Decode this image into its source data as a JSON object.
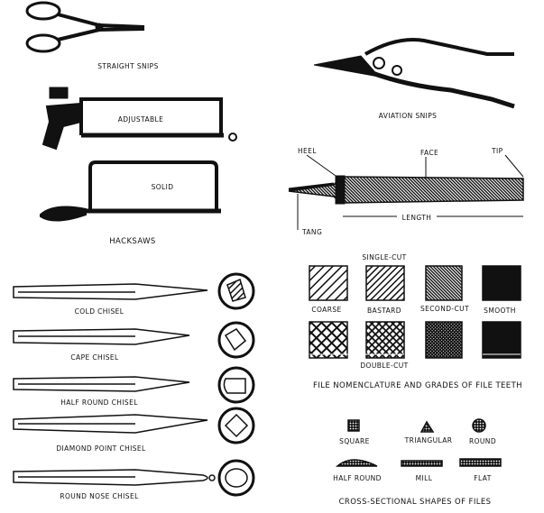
{
  "snips": {
    "straight": "STRAIGHT SNIPS",
    "aviation": "AVIATION SNIPS"
  },
  "hacksaws": {
    "adjustable": "ADJUSTABLE",
    "solid": "SOLID",
    "title": "HACKSAWS"
  },
  "file_parts": {
    "heel": "HEEL",
    "face": "FACE",
    "tip": "TIP",
    "length": "LENGTH",
    "tang": "TANG"
  },
  "chisels": [
    "COLD CHISEL",
    "CAPE CHISEL",
    "HALF ROUND CHISEL",
    "DIAMOND POINT CHISEL",
    "ROUND NOSE CHISEL"
  ],
  "file_teeth": {
    "single_cut": "SINGLE-CUT",
    "double_cut": "DOUBLE-CUT",
    "grades": [
      "COARSE",
      "BASTARD",
      "SECOND-CUT",
      "SMOOTH"
    ],
    "title": "FILE NOMENCLATURE AND GRADES OF FILE TEETH"
  },
  "cross_sections": {
    "shapes": [
      "SQUARE",
      "TRIANGULAR",
      "ROUND",
      "HALF ROUND",
      "MILL",
      "FLAT"
    ],
    "title": "CROSS-SECTIONAL SHAPES OF FILES"
  }
}
